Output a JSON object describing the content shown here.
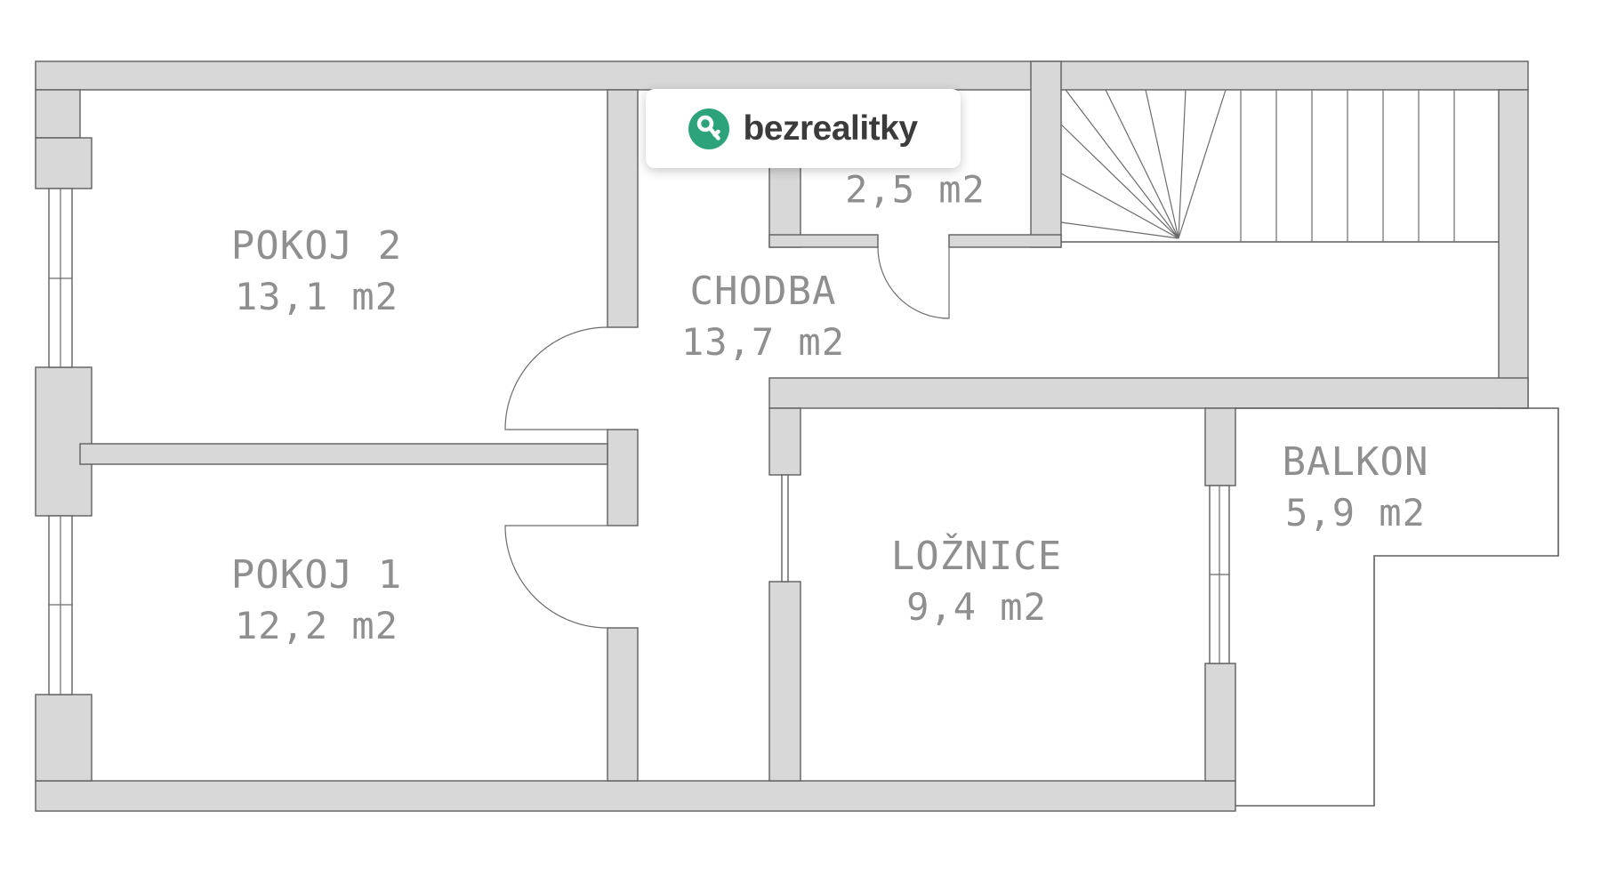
{
  "brand": {
    "name": "bezrealitky"
  },
  "rooms": [
    {
      "id": "pokoj-2",
      "name": "POKOJ 2",
      "area": "13,1 m2"
    },
    {
      "id": "pokoj-1",
      "name": "POKOJ 1",
      "area": "12,2 m2"
    },
    {
      "id": "chodba",
      "name": "CHODBA",
      "area": "13,7 m2"
    },
    {
      "id": "wc",
      "name": "",
      "area": "2,5 m2"
    },
    {
      "id": "loznice",
      "name": "LOŽNICE",
      "area": "9,4 m2"
    },
    {
      "id": "balkon",
      "name": "BALKON",
      "area": "5,9 m2"
    }
  ],
  "colors": {
    "brand_green": "#2CA37A",
    "brand_text": "#3b3b3b",
    "wall_fill": "#d8d8d8",
    "line": "#5f5f5f",
    "label_gray": "#8f8f8f"
  }
}
